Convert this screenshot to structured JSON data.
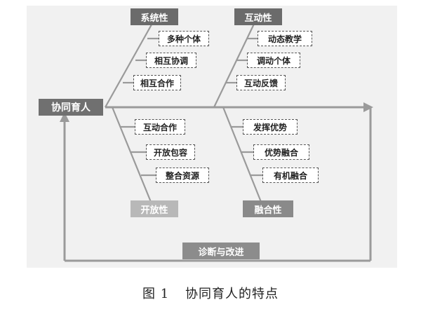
{
  "head": "协同育人",
  "categories": {
    "systematic": "系统性",
    "interactive": "互动性",
    "openness": "开放性",
    "integration": "融合性"
  },
  "systematic_items": [
    "多种个体",
    "相互协调",
    "相互合作"
  ],
  "interactive_items": [
    "动态教学",
    "调动个体",
    "互动反馈"
  ],
  "openness_items": [
    "互动合作",
    "开放包容",
    "整合资源"
  ],
  "integration_items": [
    "发挥优势",
    "优势融合",
    "有机融合"
  ],
  "loop_label": "诊断与改进",
  "caption": {
    "figure": "图 1",
    "title": "协同育人的特点"
  }
}
